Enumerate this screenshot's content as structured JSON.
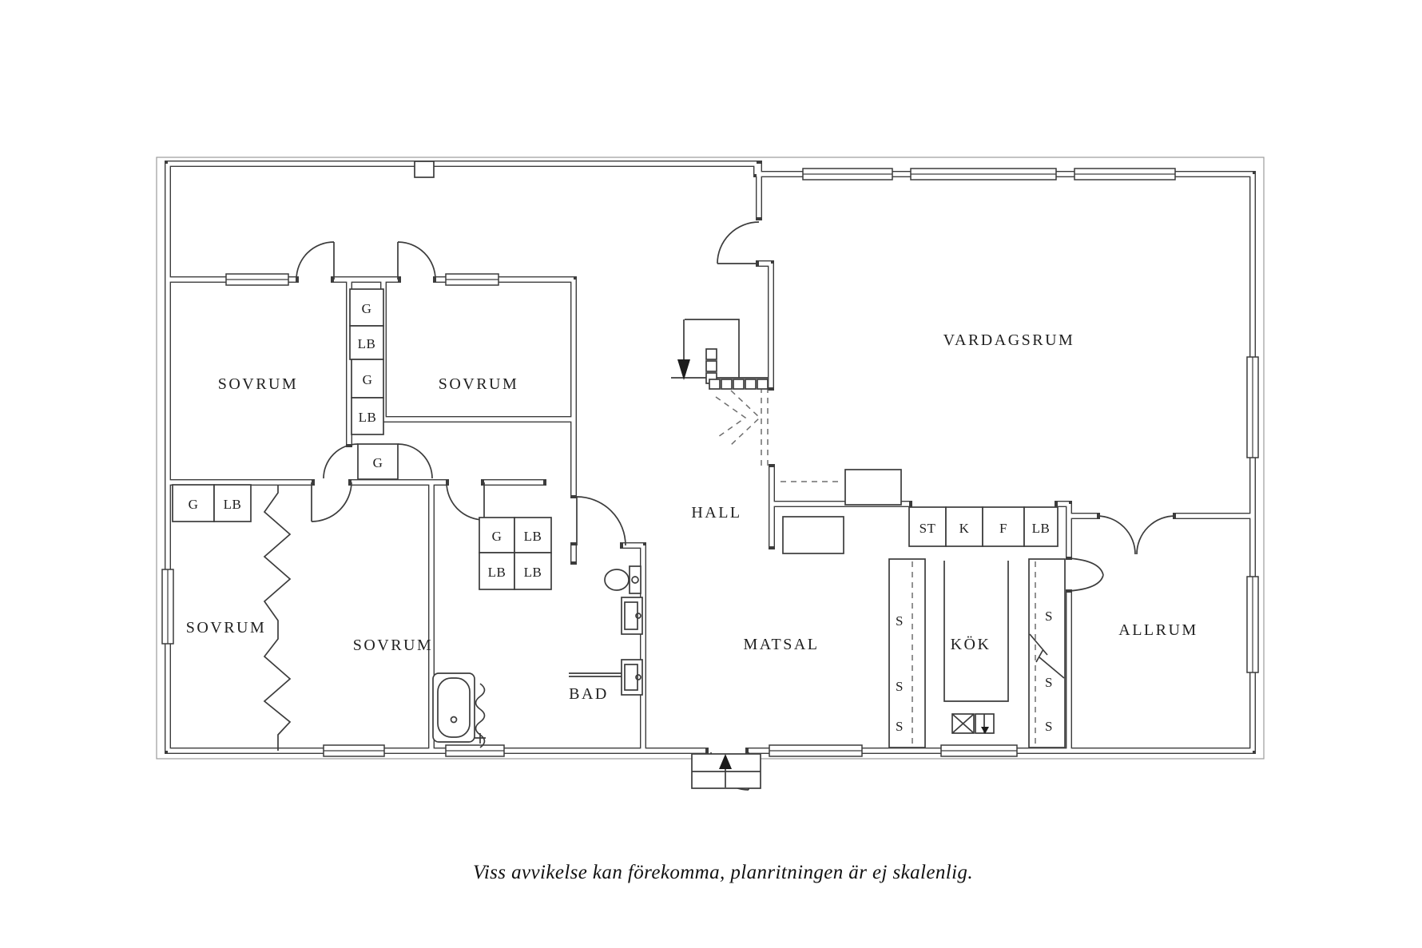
{
  "colors": {
    "background": "#ffffff",
    "wall_line": "#3c3c3c",
    "dashed_line": "#6e6e6e",
    "text": "#1f1f1f"
  },
  "caption": "Viss avvikelse kan förekomma, planritningen är ej skalenlig.",
  "rooms": {
    "sovrum_nw": "SOVRUM",
    "sovrum_n": "SOVRUM",
    "sovrum_sw": "SOVRUM",
    "sovrum_s": "SOVRUM",
    "vardagsrum": "VARDAGSRUM",
    "hall": "HALL",
    "matsal": "MATSAL",
    "kok": "KÖK",
    "allrum": "ALLRUM",
    "bad": "BAD"
  },
  "labels": {
    "g": "G",
    "lb": "LB",
    "s": "S",
    "st": "ST",
    "k": "K",
    "f": "F"
  }
}
